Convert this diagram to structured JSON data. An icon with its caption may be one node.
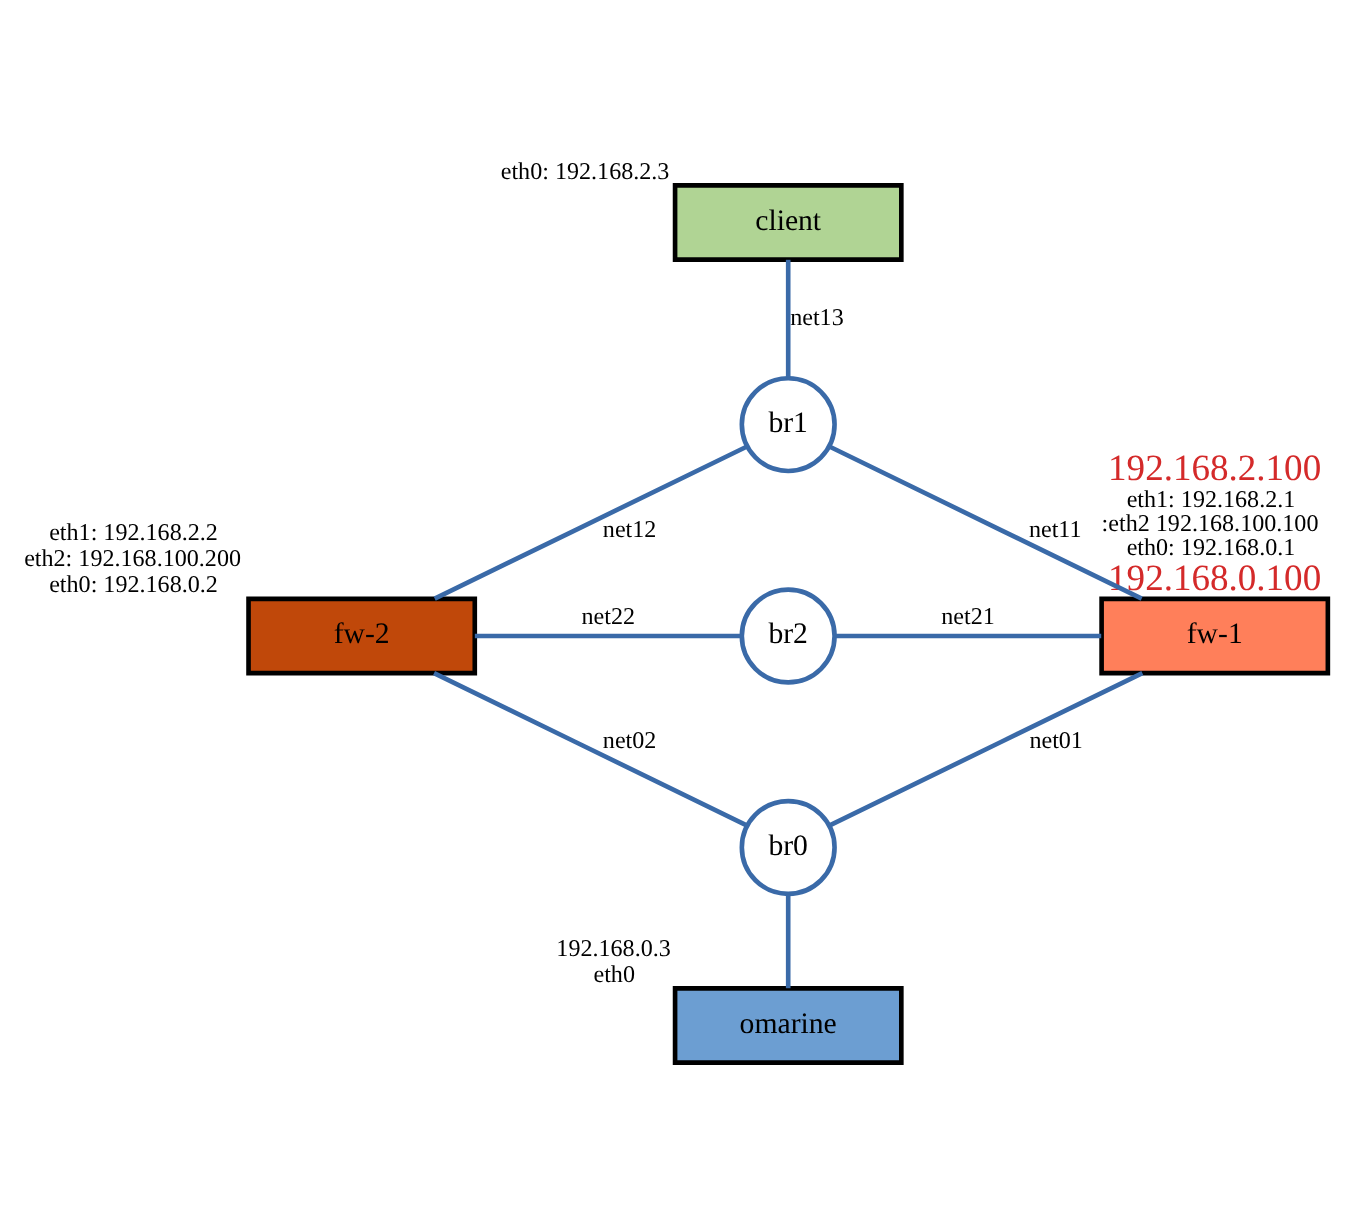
{
  "diagram": {
    "nodes": [
      {
        "text": [
          "client"
        ],
        "beside": [
          "eth0: 192.168.2.3"
        ]
      },
      {
        "text": [
          "br1"
        ]
      },
      {
        "text": [
          "fw-2"
        ],
        "beside": [
          "eth1: 192.168.2.2",
          "eth2: 192.168.100.200",
          "eth0: 192.168.0.2"
        ]
      },
      {
        "text": [
          "br2"
        ]
      },
      {
        "text": [
          "fw-1"
        ],
        "beside": [
          "192.168.2.100",
          "eth1: 192.168.2.1",
          ":eth2 192.168.100.100",
          "eth0: 192.168.0.1",
          "192.168.0.100"
        ]
      },
      {
        "text": [
          "br0"
        ]
      },
      {
        "text": [
          "omarine"
        ],
        "beside": [
          "192.168.0.3",
          "eth0"
        ]
      }
    ],
    "edges": [
      {
        "from": 0,
        "to": 1,
        "arrow": "none",
        "label": "net13"
      },
      {
        "from": 1,
        "to": 2,
        "arrow": "none",
        "label": "net12"
      },
      {
        "from": 1,
        "to": 4,
        "arrow": "none",
        "label": "net11"
      },
      {
        "from": 2,
        "to": 3,
        "arrow": "none",
        "label": "net22"
      },
      {
        "from": 3,
        "to": 4,
        "arrow": "none",
        "label": "net21"
      },
      {
        "from": 2,
        "to": 5,
        "arrow": "none",
        "label": "net02"
      },
      {
        "from": 4,
        "to": 5,
        "arrow": "none",
        "label": "net01"
      },
      {
        "from": 5,
        "to": 6,
        "arrow": "none"
      }
    ]
  }
}
